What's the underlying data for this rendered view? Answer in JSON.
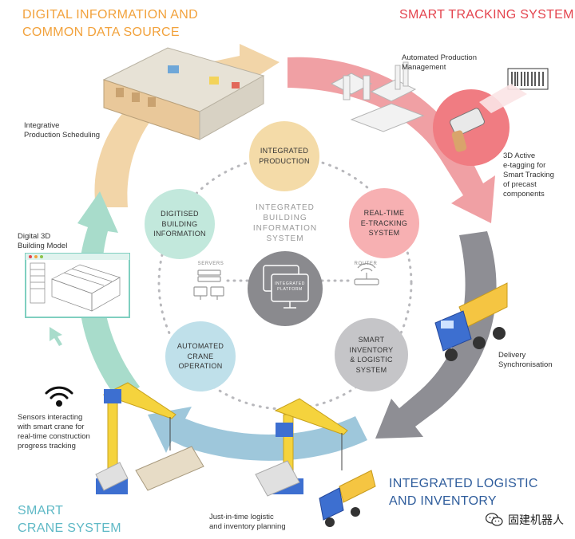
{
  "corners": {
    "top_left": "DIGITAL INFORMATION AND\nCOMMON DATA SOURCE",
    "top_right": "SMART TRACKING SYSTEM",
    "bottom_right": "INTEGRATED LOGISTIC\nAND INVENTORY",
    "bottom_left": "SMART\nCRANE SYSTEM"
  },
  "center": {
    "title": "INTEGRATED\nBUILDING\nINFORMATION\nSYSTEM",
    "servers_label": "SERVERS",
    "router_label": "ROUTER",
    "platform_label": "INTEGRATED\nPLATFORM"
  },
  "nodes": {
    "integrated_production": "INTEGRATED\nPRODUCTION",
    "real_time_tracking": "REAL-TIME\nE-TRACKING\nSYSTEM",
    "smart_inventory": "SMART\nINVENTORY\n& LOGISTIC\nSYSTEM",
    "automated_crane": "AUTOMATED\nCRANE\nOPERATION",
    "digitised_building": "DIGITISED\nBUILDING\nINFORMATION"
  },
  "annotations": {
    "automated_production": "Automated Production\nManagement",
    "integrative_scheduling": "Integrative\nProduction Scheduling",
    "digital_3d_model": "Digital 3D\nBuilding Model",
    "e_tagging": "3D Active\ne-tagging for\nSmart Tracking\nof precast\ncomponents",
    "delivery_sync": "Delivery\nSynchronisation",
    "sensors_crane": "Sensors interacting\nwith smart crane for\nreal-time construction\nprogress tracking",
    "jit_logistic": "Just-in-time logistic\nand inventory planning"
  },
  "watermark": "固建机器人",
  "colors": {
    "orange_text": "#f2a23c",
    "red_text": "#e4454f",
    "blue_text": "#2f5d9c",
    "teal_text": "#5fb9c6",
    "arrow_tan": "#f2d5a8",
    "arrow_pink": "#f0a0a4",
    "arrow_grey": "#8e8e94",
    "arrow_blue": "#9ec7db",
    "arrow_mint": "#a8dccb",
    "node_tan": "#f4dba8",
    "node_pink": "#f7b0b2",
    "node_grey": "#c5c5c8",
    "node_blue": "#bfe0ea",
    "node_mint": "#c2e8dc",
    "hub_grey": "#8a8a8e"
  }
}
